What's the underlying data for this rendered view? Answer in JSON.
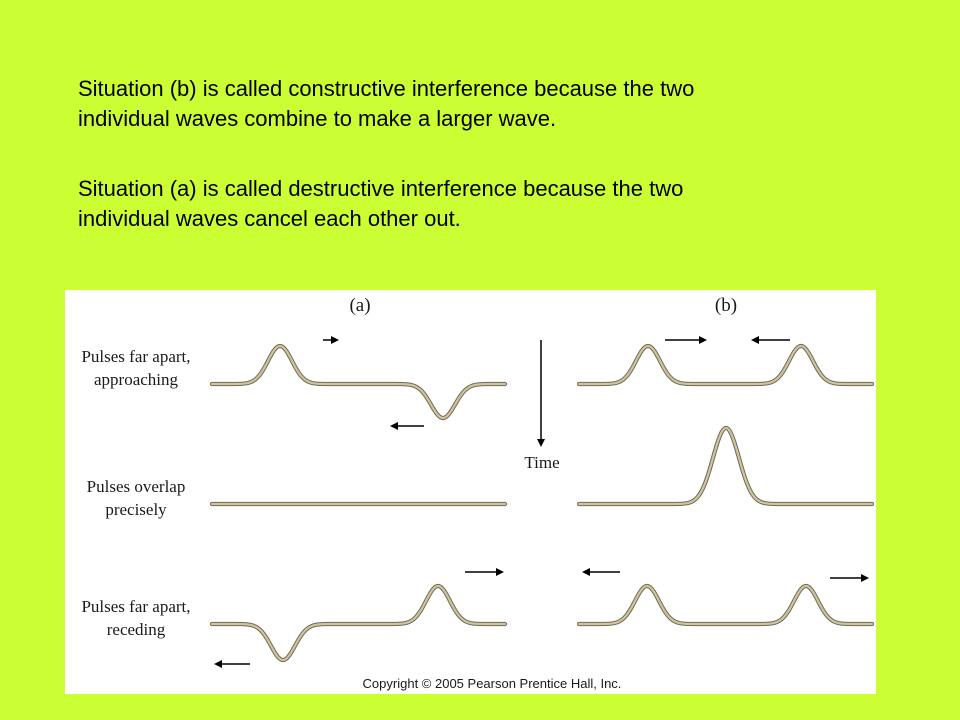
{
  "text": {
    "p1_line1": "Situation (b) is called constructive interference because the two",
    "p1_line2": "individual waves combine to make a larger wave.",
    "p2_line1": "Situation (a) is called destructive interference because the two",
    "p2_line2": "individual waves cancel each other out."
  },
  "figure": {
    "label_a": "(a)",
    "label_b": "(b)",
    "row1_line1": "Pulses far apart,",
    "row1_line2": "approaching",
    "row2_line1": "Pulses overlap",
    "row2_line2": "precisely",
    "row3_line1": "Pulses far apart,",
    "row3_line2": "receding",
    "time_label": "Time",
    "copyright": "Copyright © 2005 Pearson Prentice Hall, Inc."
  },
  "colors": {
    "background": "#ccff33",
    "wave_outer": "#6e6a5c",
    "wave_inner": "#d2c49a",
    "arrow": "#000000"
  }
}
